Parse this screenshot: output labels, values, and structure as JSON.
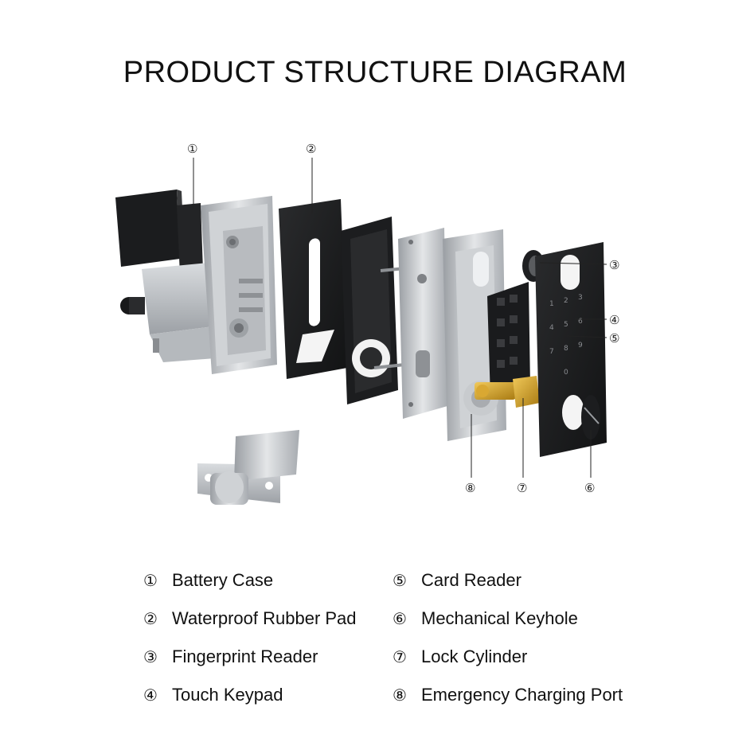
{
  "title": "PRODUCT STRUCTURE DIAGRAM",
  "markers": {
    "m1": "①",
    "m2": "②",
    "m3": "③",
    "m4": "④",
    "m5": "⑤",
    "m6": "⑥",
    "m7": "⑦",
    "m8": "⑧"
  },
  "legend": {
    "left": [
      {
        "num": "①",
        "label": "Battery Case"
      },
      {
        "num": "②",
        "label": "Waterproof Rubber Pad"
      },
      {
        "num": "③",
        "label": "Fingerprint Reader"
      },
      {
        "num": "④",
        "label": "Touch Keypad"
      }
    ],
    "right": [
      {
        "num": "⑤",
        "label": "Card Reader"
      },
      {
        "num": "⑥",
        "label": "Mechanical Keyhole"
      },
      {
        "num": "⑦",
        "label": "Lock Cylinder"
      },
      {
        "num": "⑧",
        "label": "Emergency Charging Port"
      }
    ]
  },
  "keypad_digits": [
    "1",
    "2",
    "3",
    "4",
    "5",
    "6",
    "7",
    "8",
    "9",
    "0"
  ]
}
